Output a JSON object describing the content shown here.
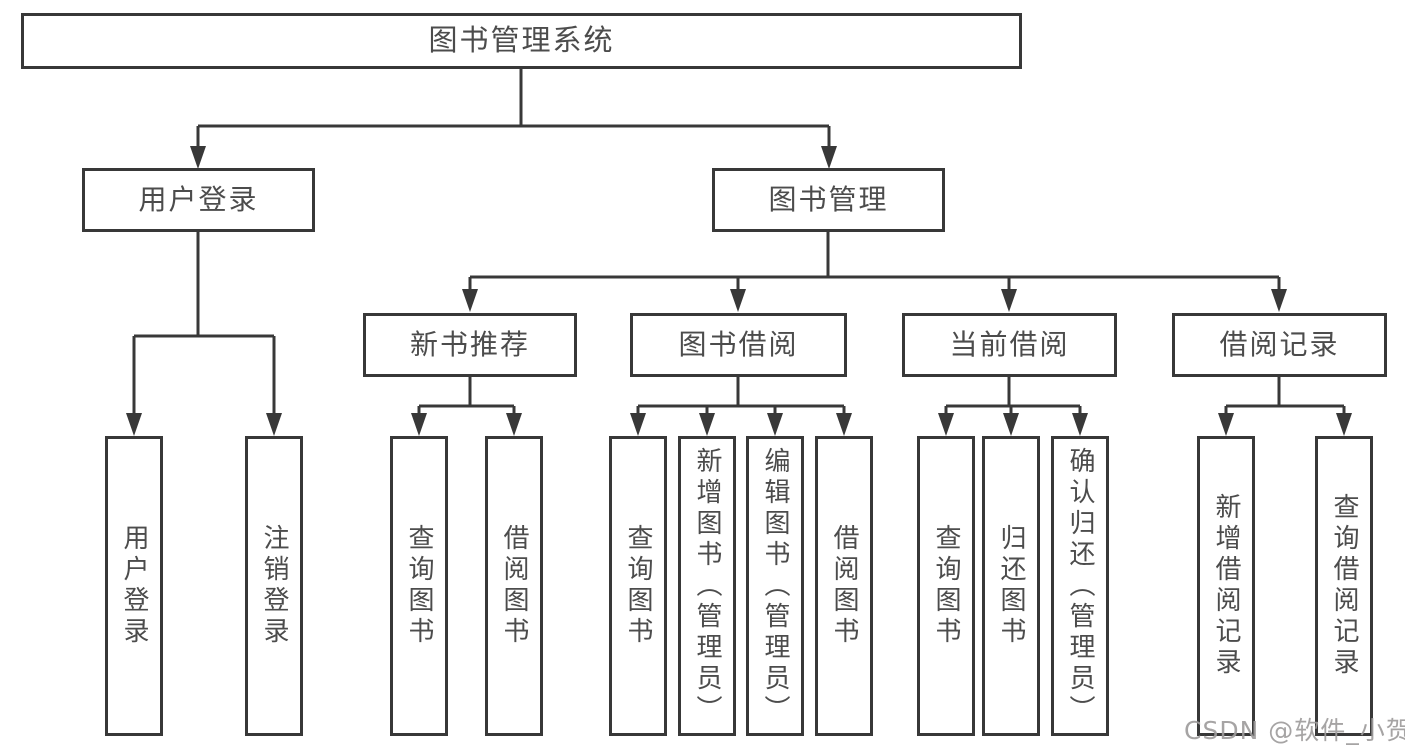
{
  "diagram": {
    "root": {
      "label": "图书管理系统"
    },
    "branches": [
      {
        "label": "用户登录",
        "children": [
          {
            "label": "用户登录"
          },
          {
            "label": "注销登录"
          }
        ]
      },
      {
        "label": "图书管理",
        "groups": [
          {
            "label": "新书推荐",
            "children": [
              {
                "label": "查询图书"
              },
              {
                "label": "借阅图书"
              }
            ]
          },
          {
            "label": "图书借阅",
            "children": [
              {
                "label": "查询图书"
              },
              {
                "label": "新增图书（管理员）"
              },
              {
                "label": "编辑图书（管理员）"
              },
              {
                "label": "借阅图书"
              }
            ]
          },
          {
            "label": "当前借阅",
            "children": [
              {
                "label": "查询图书"
              },
              {
                "label": "归还图书"
              },
              {
                "label": "确认归还（管理员）"
              }
            ]
          },
          {
            "label": "借阅记录",
            "children": [
              {
                "label": "新增借阅记录"
              },
              {
                "label": "查询借阅记录"
              }
            ]
          }
        ]
      }
    ],
    "watermark": "CSDN @软件_小贺同学",
    "colors": {
      "line": "#383838",
      "text": "#4c4c4c",
      "watermark": "#9e9c9c",
      "background": "#ffffff"
    }
  }
}
